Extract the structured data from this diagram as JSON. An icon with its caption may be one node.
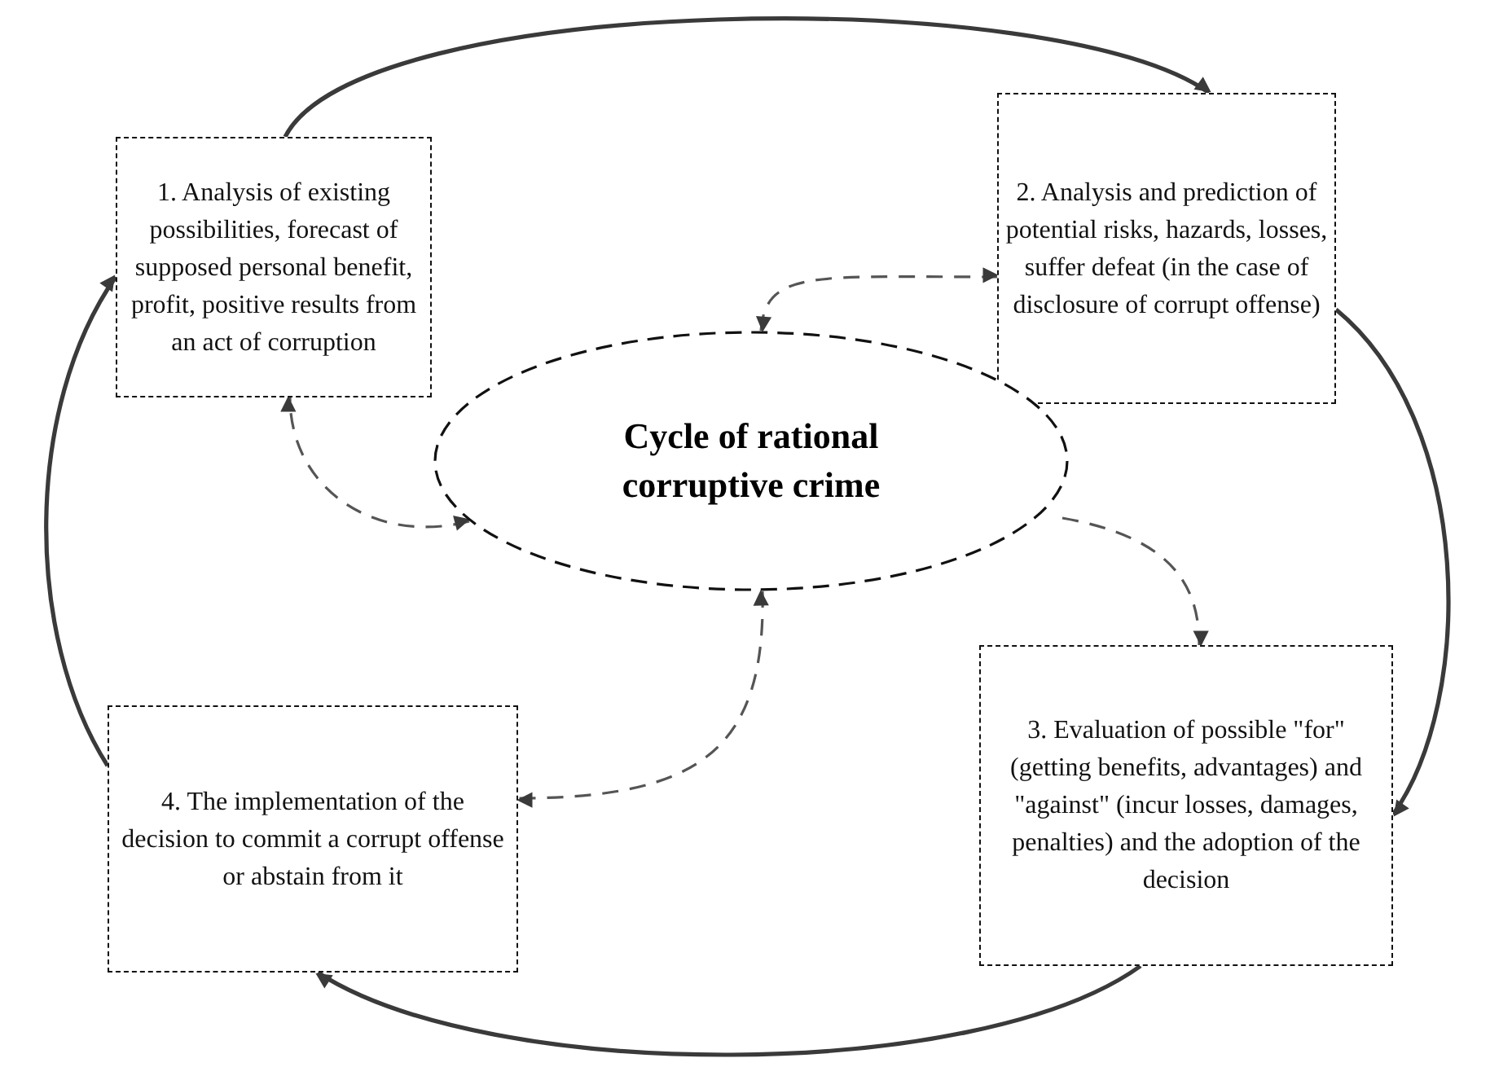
{
  "diagram": {
    "nodes": [
      {
        "text": [
          "1. Analysis of existing possibilities, forecast of supposed personal benefit, profit, positive results from an act of corruption"
        ]
      },
      {
        "text": [
          "2. Analysis and prediction of potential risks, hazards, losses, suffer defeat (in the case of disclosure of corrupt offense)"
        ]
      },
      {
        "text": [
          "Cycle of rational corruptive crime"
        ]
      },
      {
        "text": [
          "3. Evaluation of possible \"for\" (getting benefits, advantages) and \"against\" (incur losses, damages, penalties) and the adoption of the decision"
        ]
      },
      {
        "text": [
          "4. The implementation of the decision to commit a corrupt offense or abstain from it"
        ]
      }
    ],
    "edges": [
      {
        "from": 0,
        "to": 1,
        "arrow": "to"
      },
      {
        "from": 1,
        "to": 3,
        "arrow": "to"
      },
      {
        "from": 3,
        "to": 4,
        "arrow": "to"
      },
      {
        "from": 4,
        "to": 0,
        "arrow": "to"
      },
      {
        "from": 2,
        "to": 0,
        "arrow": "both",
        "style": "dashed"
      },
      {
        "from": 2,
        "to": 1,
        "arrow": "both",
        "style": "dashed"
      },
      {
        "from": 2,
        "to": 3,
        "arrow": "to",
        "style": "dashed"
      },
      {
        "from": 2,
        "to": 4,
        "arrow": "both",
        "style": "dashed"
      }
    ]
  }
}
